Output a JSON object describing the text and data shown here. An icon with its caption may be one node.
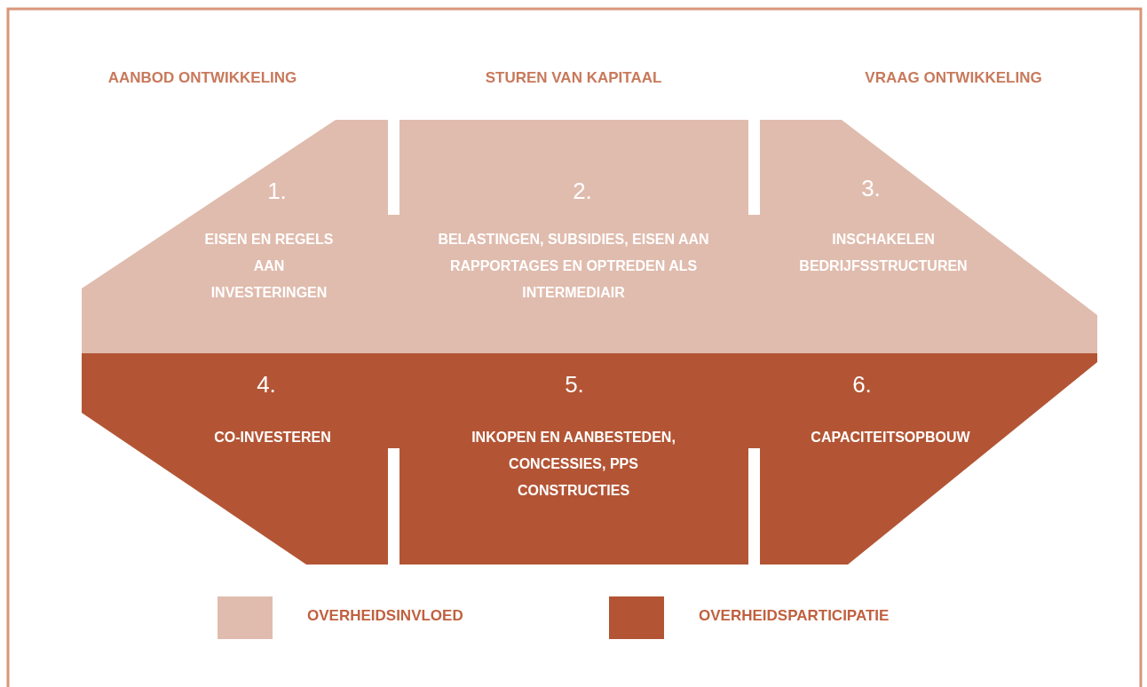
{
  "diagram": {
    "nodes": [
      {
        "text": [
          "1.",
          "EISEN EN REGELS AAN INVESTERINGEN"
        ]
      },
      {
        "text": [
          "2.",
          "BELASTINGEN, SUBSIDIES, EISEN AAN RAPPORTAGES EN OPTREDEN ALS INTERMEDIAIR"
        ]
      },
      {
        "text": [
          "3.",
          "INSCHAKELEN BEDRIJFSSTRUCTUREN"
        ]
      },
      {
        "text": [
          "4.",
          "CO-INVESTEREN"
        ]
      },
      {
        "text": [
          "5.",
          "INKOPEN EN AANBESTEDEN, CONCESSIES, PPS CONSTRUCTIES"
        ]
      },
      {
        "text": [
          "6.",
          "CAPACITEITSOPBOUW"
        ]
      }
    ],
    "labels": [
      "AANBOD ONTWIKKELING",
      "STUREN VAN KAPITAAL",
      "VRAAG ONTWIKKELING"
    ],
    "legend": [
      {
        "text": "OVERHEIDSINVLOED",
        "color": "#e0bcae"
      },
      {
        "text": "OVERHEIDSPARTICIPATIE",
        "color": "#b35535"
      }
    ]
  }
}
